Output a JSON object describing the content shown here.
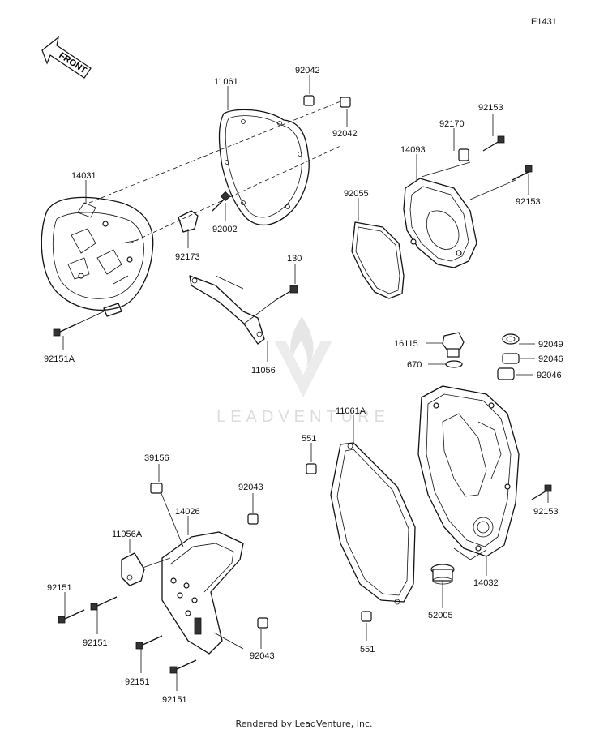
{
  "diagram_id": "E1431",
  "front_label": "FRONT",
  "watermark": "LEADVENTURE",
  "footer": "Rendered by LeadVenture, Inc.",
  "callouts": {
    "c11061": "11061",
    "c92042a": "92042",
    "c92042b": "92042",
    "c14031": "14031",
    "c92002": "92002",
    "c92173": "92173",
    "c130": "130",
    "c92151A": "92151A",
    "c11056": "11056",
    "c92153a": "92153",
    "c92170": "92170",
    "c14093": "14093",
    "c92153b": "92153",
    "c92055": "92055",
    "c16115": "16115",
    "c670": "670",
    "c92049": "92049",
    "c92046a": "92046",
    "c92046b": "92046",
    "c11061A": "11061A",
    "c551a": "551",
    "c39156": "39156",
    "c92043a": "92043",
    "c14026": "14026",
    "c11056A": "11056A",
    "c92151a": "92151",
    "c92151b": "92151",
    "c92151c": "92151",
    "c92151d": "92151",
    "c92043b": "92043",
    "c92153c": "92153",
    "c14032": "14032",
    "c52005": "52005",
    "c551b": "551"
  }
}
